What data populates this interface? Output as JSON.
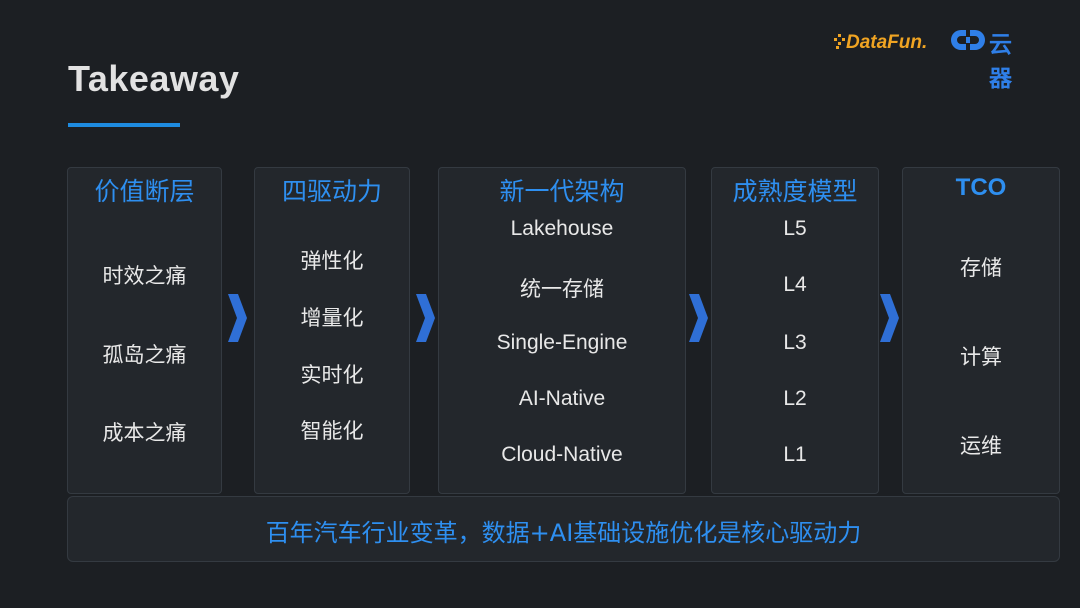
{
  "title": "Takeaway",
  "logos": {
    "datafun": "DataFun.",
    "yunqi": "云器"
  },
  "columns": [
    {
      "header": "价值断层",
      "items": [
        "时效之痛",
        "孤岛之痛",
        "成本之痛"
      ]
    },
    {
      "header": "四驱动力",
      "items": [
        "弹性化",
        "增量化",
        "实时化",
        "智能化"
      ]
    },
    {
      "header": "新一代架构",
      "items": [
        "Lakehouse",
        "统一存储",
        "Single-Engine",
        "AI-Native",
        "Cloud-Native"
      ]
    },
    {
      "header": "成熟度模型",
      "items": [
        "L5",
        "L4",
        "L3",
        "L2",
        "L1"
      ]
    },
    {
      "header": "TCO",
      "items": [
        "存储",
        "计算",
        "运维"
      ]
    }
  ],
  "summary": "百年汽车行业变革，数据+AI基础设施优化是核心驱动力",
  "colors": {
    "background": "#1c1f23",
    "accent": "#2e8ff0",
    "arrow": "#2f6fd6"
  }
}
